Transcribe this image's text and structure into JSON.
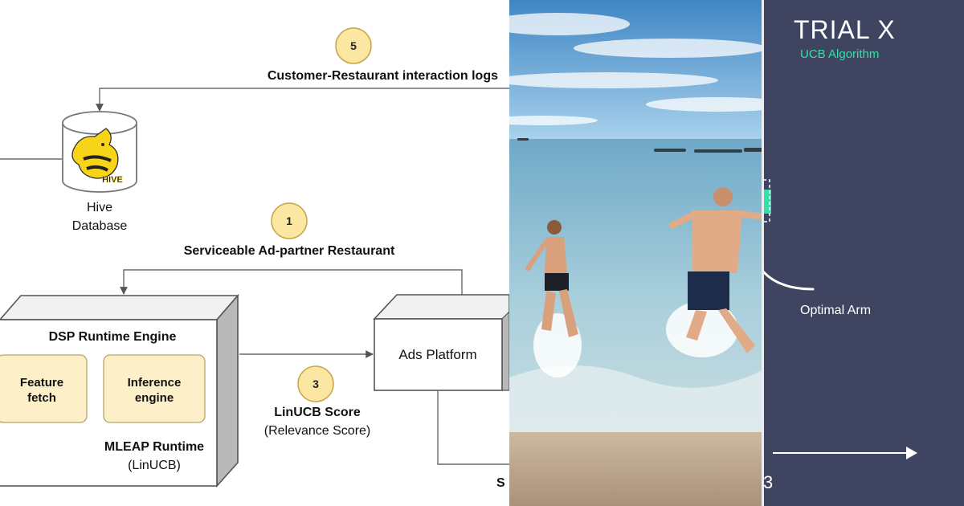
{
  "diagram": {
    "step5": {
      "number": "5",
      "label": "Customer-Restaurant  interaction logs"
    },
    "step1": {
      "number": "1",
      "label": "Serviceable Ad-partner Restaurant"
    },
    "step3": {
      "number": "3",
      "label": "LinUCB Score",
      "sublabel": "(Relevance Score)"
    },
    "hive": {
      "logo_text": "HIVE",
      "label_line1": "Hive",
      "label_line2": "Database"
    },
    "dsp": {
      "title": "DSP Runtime Engine",
      "feature_line1": "Feature",
      "feature_line2": "fetch",
      "inference_line1": "Inference",
      "inference_line2": "engine",
      "runtime_title": "MLEAP Runtime",
      "runtime_sub": "(LinUCB)"
    },
    "ads_platform": {
      "label": "Ads Platform"
    },
    "cut_text": "S"
  },
  "trial": {
    "title": "TRIAL X",
    "subtitle": "UCB Algorithm",
    "optimal_label": "Optimal Arm",
    "cut_text": "3",
    "colors": {
      "background": "#3f4460",
      "accent": "#35e0a8",
      "ink": "#ffffff"
    }
  },
  "colors": {
    "step_badge_fill": "#fbe7a1",
    "step_badge_stroke": "#c9a548",
    "box_fill": "#fdf0c8",
    "box_stroke": "#b8a36a",
    "line": "#6a6a6a"
  }
}
